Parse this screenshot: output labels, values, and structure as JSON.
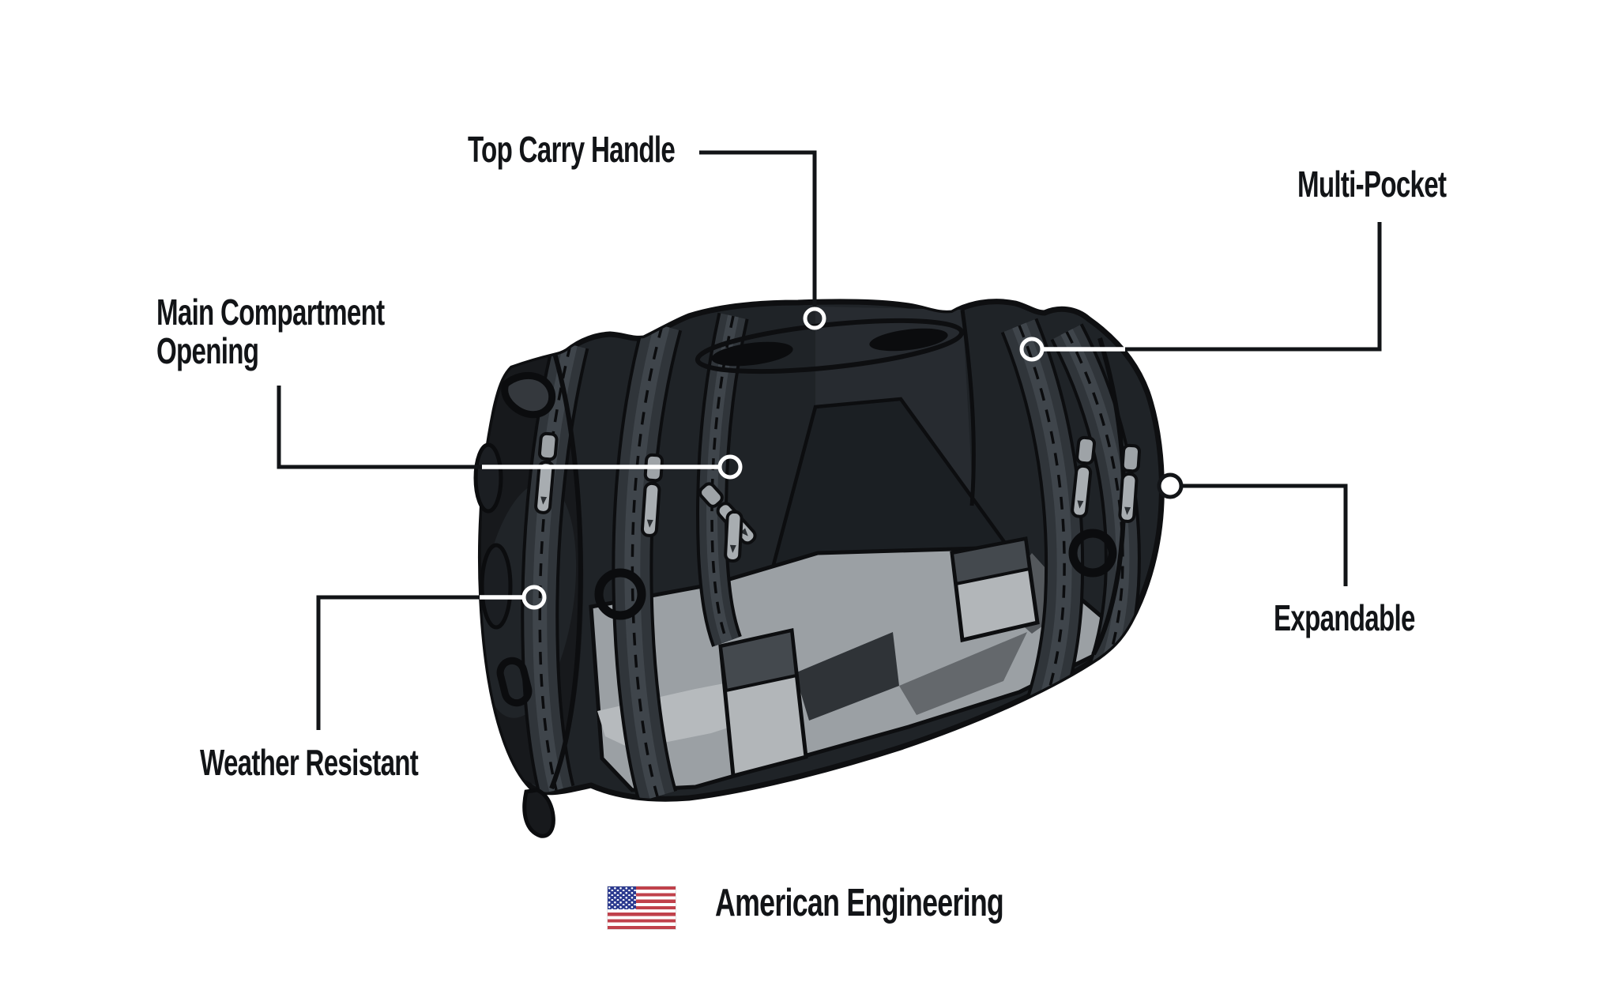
{
  "page": {
    "background": "#ffffff",
    "type": "product-feature-diagram",
    "subject": "motorcycle tail roll bag illustration"
  },
  "callouts": {
    "top_carry_handle": {
      "label": "Top Carry Handle"
    },
    "multi_pocket": {
      "label": "Multi-Pocket"
    },
    "main_compartment_opening": {
      "line1": "Main Compartment",
      "line2": "Opening"
    },
    "expandable": {
      "label": "Expandable"
    },
    "weather_resistant": {
      "label": "Weather Resistant"
    }
  },
  "footer": {
    "text": "American Engineering",
    "flag": "us-flag-icon"
  },
  "colors": {
    "label_text": "#121417",
    "connector_line": "#121417",
    "connector_dot_on_bag": "#ffffff",
    "bag_body": "#1f2327",
    "bag_end_cap": "#17191c",
    "zipper_band": "#30353a",
    "zipper_band_stripe": "#3f454b",
    "bottom_panel": "#9ba0a4",
    "bottom_panel_light": "#b6babd",
    "bottom_panel_shadow": "#2f3337",
    "zipper_pull": "#a8adb1",
    "flag_red": "#c0414b",
    "flag_blue": "#2b3a8f"
  }
}
